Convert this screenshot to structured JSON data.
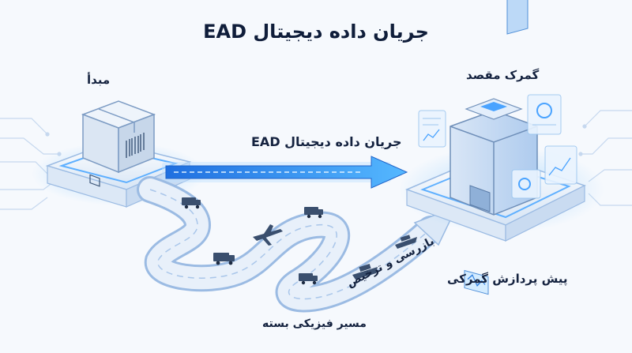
{
  "title": "جریان داده دیجیتال EAD",
  "labels": {
    "origin": "مبدأ",
    "destination_customs": "گمرک مقصد",
    "digital_flow": "جریان داده دیجیتال EAD",
    "pre_processing": "پیش پردازش گمرکی",
    "inspection_clearance": "بازرسی و ترخیص",
    "physical_route": "مسیر فیزیکی بسته"
  },
  "colors": {
    "background": "#f6f9fd",
    "accent_blue": "#2f8df5",
    "navy_text": "#14223f",
    "platform_light": "#e9f1fb",
    "road_fill": "#e2ecf7"
  },
  "icons": [
    "package-box-icon",
    "barcode-icon",
    "customs-building-icon",
    "truck-icon",
    "airplane-icon",
    "ship-icon",
    "dashboard-panel-icon"
  ]
}
